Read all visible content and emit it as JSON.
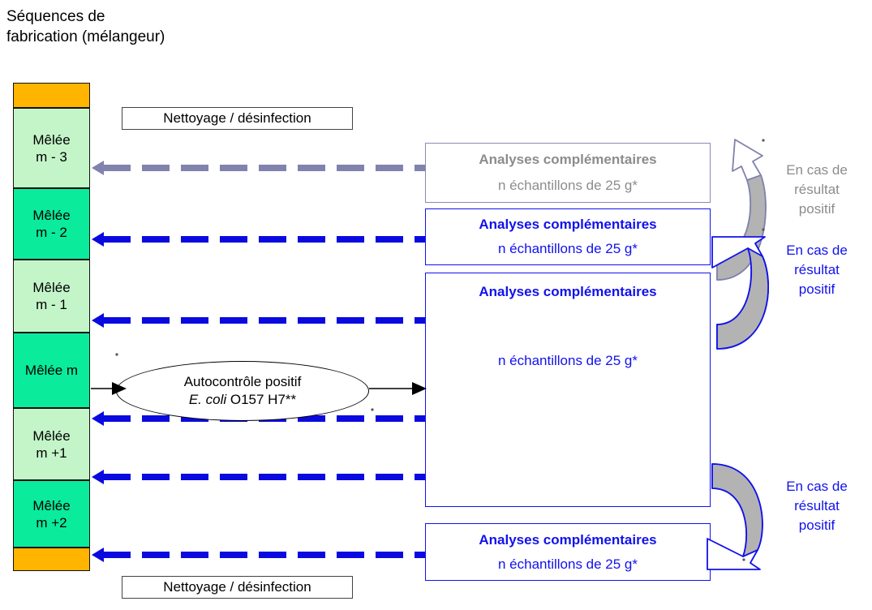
{
  "title": "Séquences de\nfabrication (mélangeur)",
  "sequence_column": {
    "segments": [
      {
        "label": "",
        "kind": "cleaning"
      },
      {
        "label": "Mêlée\nm - 3",
        "kind": "light"
      },
      {
        "label": "Mêlée\nm - 2",
        "kind": "dark"
      },
      {
        "label": "Mêlée\nm - 1",
        "kind": "light"
      },
      {
        "label": "Mêlée m",
        "kind": "dark"
      },
      {
        "label": "Mêlée\nm +1",
        "kind": "light"
      },
      {
        "label": "Mêlée\nm +2",
        "kind": "dark"
      },
      {
        "label": "",
        "kind": "cleaning"
      }
    ]
  },
  "cleaning_labels": {
    "top": "Nettoyage / désinfection",
    "bottom": "Nettoyage / désinfection"
  },
  "ellipse": {
    "line1": "Autocontrôle positif",
    "italic": "E. coli",
    "rest": " O157 H7**"
  },
  "analysis_boxes": {
    "optional": {
      "title": "Analyses complémentaires",
      "subtitle": "n échantillons de 25 g*"
    },
    "upper": {
      "title": "Analyses complémentaires",
      "subtitle": "n échantillons de 25 g*"
    },
    "main": {
      "title": "Analyses complémentaires",
      "subtitle": "n échantillons de 25 g*"
    },
    "lower": {
      "title": "Analyses complémentaires",
      "subtitle": "n échantillons de 25 g*"
    }
  },
  "captions": {
    "gray": "En cas de\nrésultat\npositif",
    "blue_top": "En cas de\nrésultat\npositif",
    "blue_bottom": "En cas de\nrésultat\npositif"
  },
  "colors": {
    "cleaning": "#ffb400",
    "light_green": "#c4f5c9",
    "dark_green": "#0aeb9b",
    "blue": "#1111ee",
    "gray": "#8c8c8c",
    "gray_arrow": "#8182ad"
  }
}
